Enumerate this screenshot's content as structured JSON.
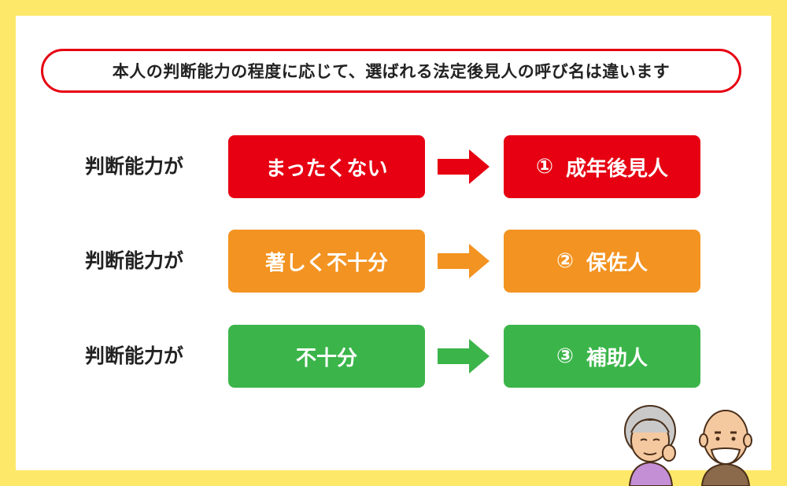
{
  "title": "本人の判断能力の程度に応じて、選ばれる法定後見人の呼び名は違います",
  "rows": [
    {
      "label": "判断能力が",
      "condition": "まったくない",
      "result_num": "①",
      "result": "成年後見人",
      "color": "#e60012"
    },
    {
      "label": "判断能力が",
      "condition": "著しく不十分",
      "result_num": "②",
      "result": "保佐人",
      "color": "#f39321"
    },
    {
      "label": "判断能力が",
      "condition": "不十分",
      "result_num": "③",
      "result": "補助人",
      "color": "#3bb54a"
    }
  ],
  "colors": {
    "background": "#fde86a",
    "title_border": "#e60012"
  },
  "icons": [
    "elderly-woman-icon",
    "elderly-man-icon"
  ]
}
